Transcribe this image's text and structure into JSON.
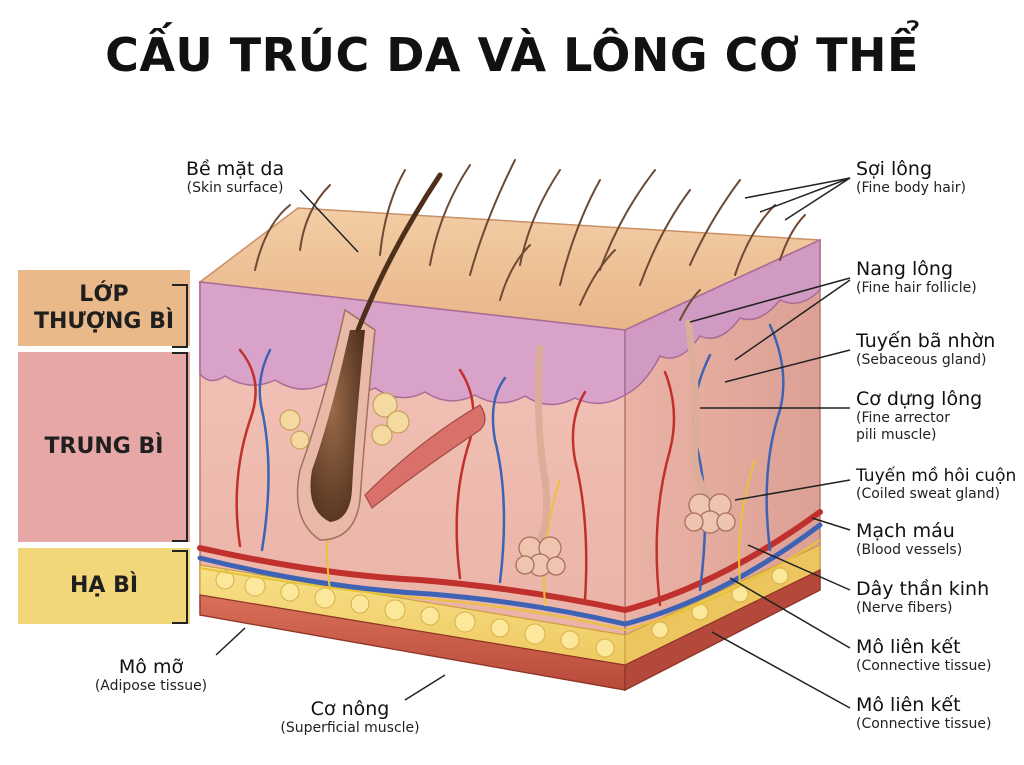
{
  "title": "CẤU TRÚC DA VÀ LÔNG CƠ THỂ",
  "layers": {
    "epidermis": "LỚP\nTHƯỢNG BÌ",
    "dermis": "TRUNG BÌ",
    "hypodermis": "HẠ BÌ"
  },
  "labels_left": {
    "skin_surface": {
      "vi": "Bề mặt da",
      "en": "(Skin surface)"
    },
    "adipose": {
      "vi": "Mô mỡ",
      "en": "(Adipose tissue)"
    },
    "muscle": {
      "vi": "Cơ nông",
      "en": "(Superficial muscle)"
    }
  },
  "labels_right": [
    {
      "vi": "Sợi lông",
      "en": "(Fine body hair)"
    },
    {
      "vi": "Nang lông",
      "en": "(Fine hair follicle)"
    },
    {
      "vi": "Tuyến bã nhờn",
      "en": "(Sebaceous gland)"
    },
    {
      "vi": "Cơ dựng lông",
      "en": "(Fine arrector",
      "en2": "pili muscle)"
    },
    {
      "vi": "Tuyến mồ hôi cuộn",
      "en": "(Coiled sweat gland)"
    },
    {
      "vi": "Mạch máu",
      "en": "(Blood vessels)"
    },
    {
      "vi": "Dây thần kinh",
      "en": "(Nerve fibers)"
    },
    {
      "vi": "Mô liên kết",
      "en": "(Connective tissue)"
    },
    {
      "vi": "Mô liên kết",
      "en": "(Connective tissue)"
    }
  ],
  "colors": {
    "epidermis_box": "#eab98a",
    "dermis_box": "#e6a7a6",
    "hypodermis_box": "#f2d77a"
  }
}
